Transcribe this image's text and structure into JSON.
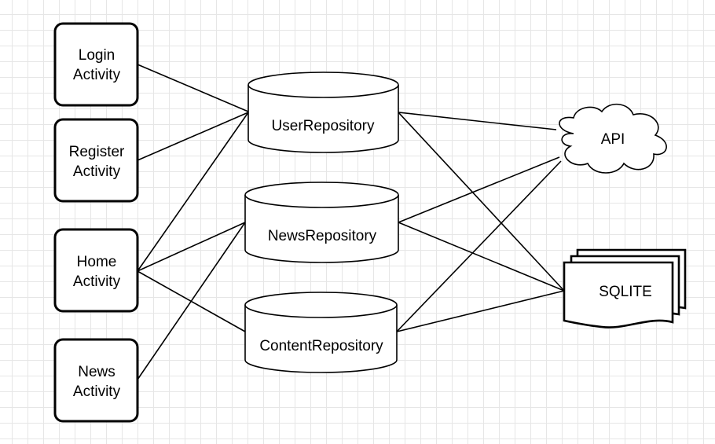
{
  "activities": [
    {
      "id": "login",
      "lines": [
        "Login",
        "Activity"
      ]
    },
    {
      "id": "register",
      "lines": [
        "Register",
        "Activity"
      ]
    },
    {
      "id": "home",
      "lines": [
        "Home",
        "Activity"
      ]
    },
    {
      "id": "news",
      "lines": [
        "News",
        "Activity"
      ]
    }
  ],
  "repositories": [
    {
      "id": "user",
      "label": "UserRepository"
    },
    {
      "id": "newsrepo",
      "label": "NewsRepository"
    },
    {
      "id": "content",
      "label": "ContentRepository"
    }
  ],
  "sources": {
    "api": {
      "label": "API"
    },
    "sqlite": {
      "label": "SQLITE"
    }
  },
  "edges": [
    [
      "login",
      "user"
    ],
    [
      "register",
      "user"
    ],
    [
      "home",
      "user"
    ],
    [
      "home",
      "newsrepo"
    ],
    [
      "home",
      "content"
    ],
    [
      "news",
      "newsrepo"
    ],
    [
      "user",
      "api"
    ],
    [
      "user",
      "sqlite"
    ],
    [
      "newsrepo",
      "api"
    ],
    [
      "newsrepo",
      "sqlite"
    ],
    [
      "content",
      "api"
    ],
    [
      "content",
      "sqlite"
    ]
  ]
}
